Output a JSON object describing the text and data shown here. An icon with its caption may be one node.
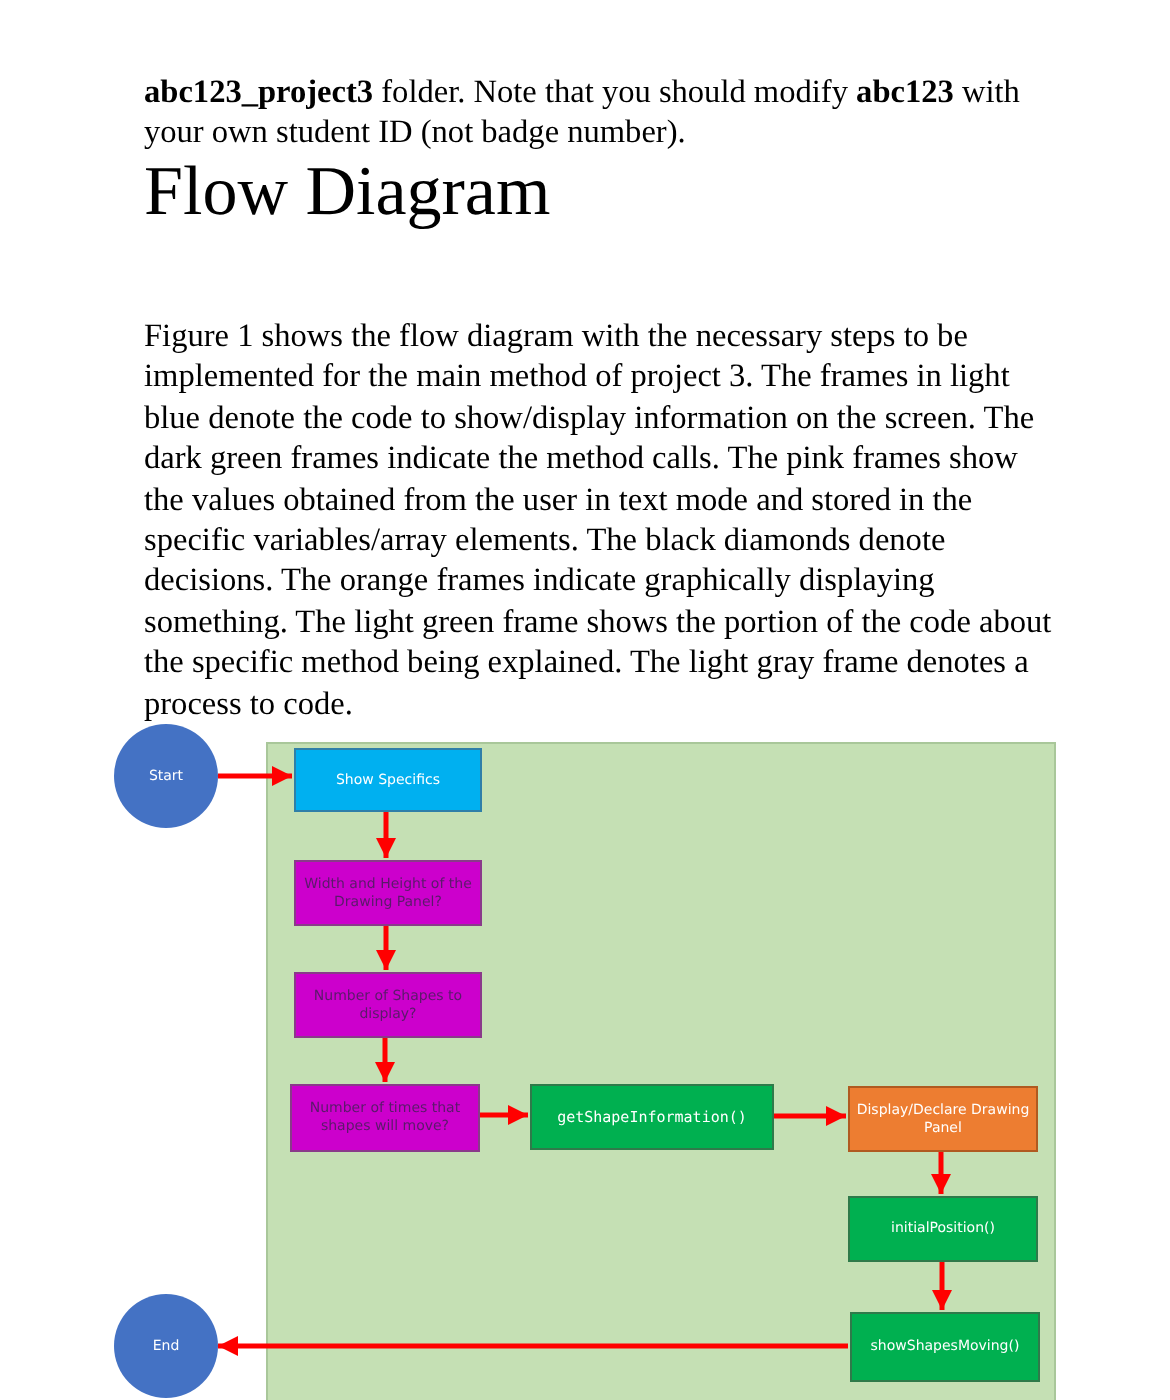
{
  "diagram": {
    "title": "Flow Diagram",
    "nodes": [
      {
        "text": [
          "Start"
        ]
      },
      {
        "text": [],
        "shape": "box"
      },
      {
        "text": [
          "Show Specifics"
        ],
        "in": 1
      },
      {
        "text": [
          "Width and Height of the Drawing Panel?"
        ],
        "in": 1
      },
      {
        "text": [
          "Number of Shapes to display?"
        ],
        "in": 1
      },
      {
        "text": [
          "Number of times that shapes will move?"
        ],
        "in": 1
      },
      {
        "text": [
          "getShapeInformation()"
        ],
        "in": 1
      },
      {
        "text": [
          "Display/Declare Drawing Panel"
        ],
        "in": 1
      },
      {
        "text": [
          "initialPosition()"
        ],
        "in": 1
      },
      {
        "text": [
          "showShapesMoving()"
        ],
        "in": 1
      },
      {
        "text": [
          "End"
        ]
      }
    ],
    "edges": [
      {
        "from": 0,
        "to": 2,
        "arrow": "to"
      },
      {
        "from": 2,
        "to": 3,
        "arrow": "to"
      },
      {
        "from": 3,
        "to": 4,
        "arrow": "to"
      },
      {
        "from": 4,
        "to": 5,
        "arrow": "to"
      },
      {
        "from": 5,
        "to": 6,
        "arrow": "to"
      },
      {
        "from": 6,
        "to": 7,
        "arrow": "to"
      },
      {
        "from": 7,
        "to": 8,
        "arrow": "to"
      },
      {
        "from": 8,
        "to": 9,
        "arrow": "to"
      },
      {
        "from": 9,
        "to": 10,
        "arrow": "to"
      }
    ],
    "labels": [
      "**abc123_project3** folder. Note that you should modify **abc123** with your own student ID (not badge number).",
      "Figure 1 shows the flow diagram with the necessary steps to be implemented for the main method of project 3. The frames in light blue denote the code to show/display information on the screen. The dark green frames indicate the method calls. The pink frames show the values obtained from the user in text mode and stored in the specific variables/array elements. The black diamonds denote decisions. The orange frames indicate graphically displaying something. The light green frame shows the portion of the code about the specific method being explained. The light gray frame denotes a process to code."
    ]
  }
}
